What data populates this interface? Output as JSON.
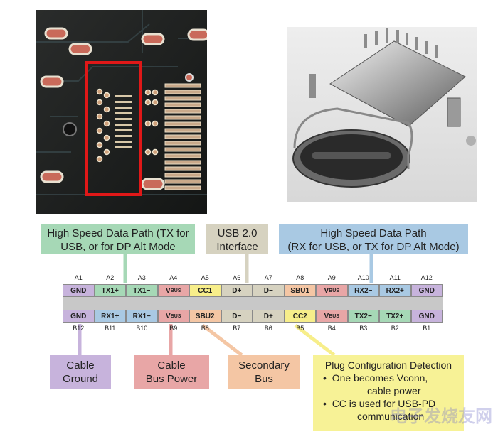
{
  "colors": {
    "gnd": "#c7b3dc",
    "tx": "#a6d8b6",
    "rx": "#a9c9e3",
    "vbus": "#e8a6a6",
    "cc": "#f7ee8a",
    "data": "#d6d2c0",
    "sbu": "#f4c6a4",
    "callout_hs_tx": "#a6d8b6",
    "callout_usb2": "#d6d2c0",
    "callout_hs_rx": "#a9c9e3",
    "callout_gnd": "#c7b3dc",
    "callout_vbus": "#e8a6a6",
    "callout_sbu": "#f4c6a4",
    "callout_cc": "#f7f296"
  },
  "callouts": {
    "hs_tx": [
      "High Speed Data Path (TX for",
      "USB, or for DP Alt Mode"
    ],
    "usb2": [
      "USB 2.0",
      "Interface"
    ],
    "hs_rx": [
      "High Speed Data Path",
      "(RX for USB, or TX for DP Alt Mode)"
    ],
    "gnd": [
      "Cable",
      "Ground"
    ],
    "vbus": [
      "Cable",
      "Bus Power"
    ],
    "sbu": [
      "Secondary",
      "Bus"
    ],
    "cc": {
      "title": "Plug Configuration Detection",
      "bullets": [
        "One becomes Vconn,",
        "cable power",
        "CC is used for USB-PD",
        "communication"
      ]
    }
  },
  "top_pin_numbers": [
    "A1",
    "A2",
    "A3",
    "A4",
    "A5",
    "A6",
    "A7",
    "A8",
    "A9",
    "A10",
    "A11",
    "A12"
  ],
  "bottom_pin_numbers": [
    "B12",
    "B11",
    "B10",
    "B9",
    "B8",
    "B7",
    "B6",
    "B5",
    "B4",
    "B3",
    "B2",
    "B1"
  ],
  "top_row": [
    {
      "label": "GND",
      "kind": "gnd"
    },
    {
      "label": "TX1+",
      "kind": "tx"
    },
    {
      "label": "TX1−",
      "kind": "tx"
    },
    {
      "label": "VBUS",
      "kind": "vbus"
    },
    {
      "label": "CC1",
      "kind": "cc"
    },
    {
      "label": "D+",
      "kind": "data"
    },
    {
      "label": "D−",
      "kind": "data"
    },
    {
      "label": "SBU1",
      "kind": "sbu"
    },
    {
      "label": "VBUS",
      "kind": "vbus"
    },
    {
      "label": "RX2−",
      "kind": "rx"
    },
    {
      "label": "RX2+",
      "kind": "rx"
    },
    {
      "label": "GND",
      "kind": "gnd"
    }
  ],
  "bottom_row": [
    {
      "label": "GND",
      "kind": "gnd"
    },
    {
      "label": "RX1+",
      "kind": "rx"
    },
    {
      "label": "RX1−",
      "kind": "rx"
    },
    {
      "label": "VBUS",
      "kind": "vbus"
    },
    {
      "label": "SBU2",
      "kind": "sbu"
    },
    {
      "label": "D−",
      "kind": "data"
    },
    {
      "label": "D+",
      "kind": "data"
    },
    {
      "label": "CC2",
      "kind": "cc"
    },
    {
      "label": "VBUS",
      "kind": "vbus"
    },
    {
      "label": "TX2−",
      "kind": "tx"
    },
    {
      "label": "TX2+",
      "kind": "tx"
    },
    {
      "label": "GND",
      "kind": "gnd"
    }
  ],
  "watermark": "电子发烧友网"
}
